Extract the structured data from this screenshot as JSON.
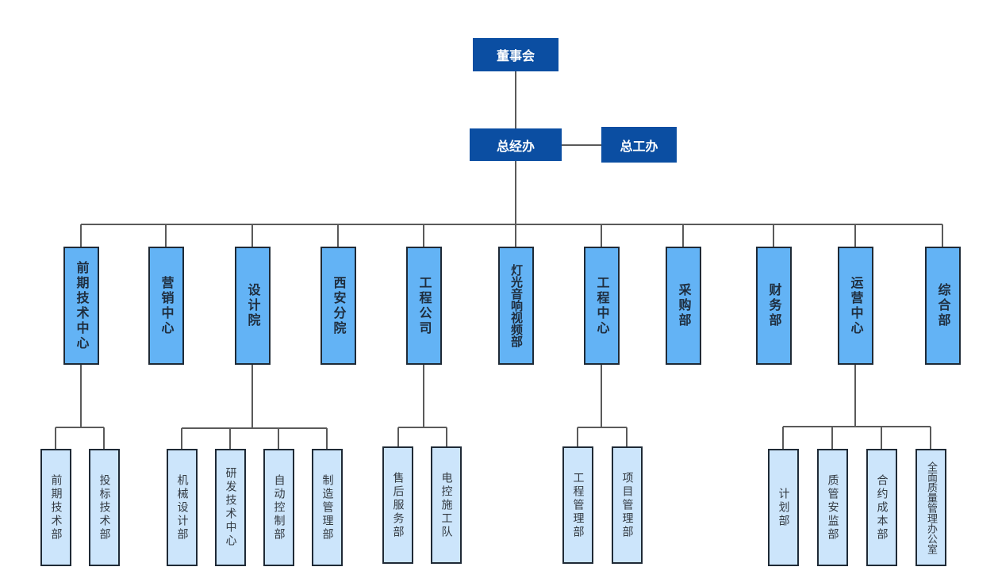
{
  "colors": {
    "top_fill": "#0b4ea2",
    "level2_fill": "#63b3f5",
    "level3_fill": "#cce5fb",
    "border": "#1f2a36",
    "connector": "#5a5a5a"
  },
  "org": {
    "board": "董事会",
    "general_office": "总经办",
    "chief_engineer_office": "总工办",
    "departments": [
      {
        "name": "前期技术中心",
        "children": [
          "前期技术部",
          "投标技术部"
        ]
      },
      {
        "name": "营销中心",
        "children": []
      },
      {
        "name": "设计院",
        "children": [
          "机械设计部",
          "研发技术中心",
          "自动控制部",
          "制造管理部"
        ]
      },
      {
        "name": "西安分院",
        "children": []
      },
      {
        "name": "工程公司",
        "children": [
          "售后服务部",
          "电控施工队"
        ]
      },
      {
        "name": "灯光音响视频部",
        "children": []
      },
      {
        "name": "工程中心",
        "children": [
          "工程管理部",
          "项目管理部"
        ]
      },
      {
        "name": "采购部",
        "children": []
      },
      {
        "name": "财务部",
        "children": []
      },
      {
        "name": "运营中心",
        "children": [
          "计划部",
          "质管安监部",
          "合约成本部",
          "全面质量管理办公室"
        ]
      },
      {
        "name": "综合部",
        "children": []
      }
    ]
  }
}
